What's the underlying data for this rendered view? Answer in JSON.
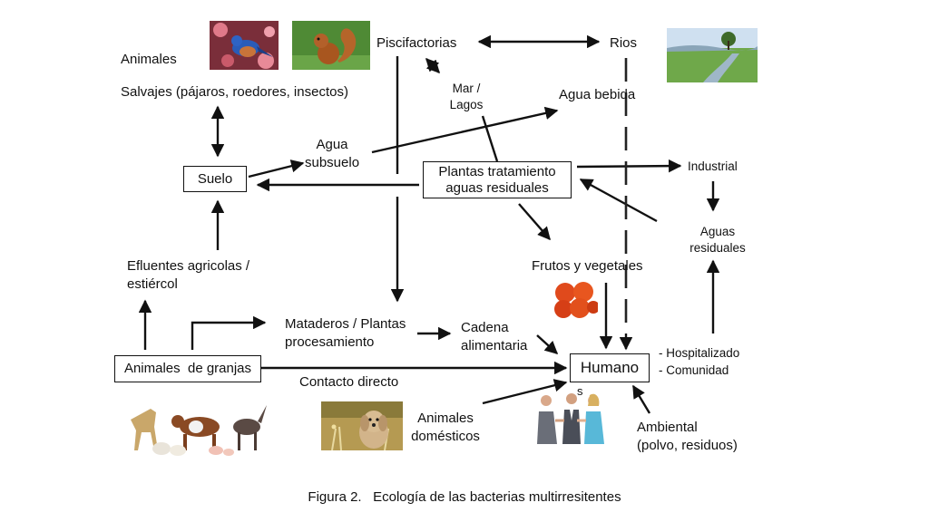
{
  "nodes": {
    "animales_label": "Animales",
    "salvajes": "Salvajes (pájaros, roedores, insectos)",
    "suelo": "Suelo",
    "agua_subsuelo_1": "Agua",
    "agua_subsuelo_2": "subsuelo",
    "piscifactorias": "Piscifactorias",
    "rios": "Rios",
    "mar_lagos_1": "Mar /",
    "mar_lagos_2": "Lagos",
    "agua_bebida": "Agua bebida",
    "plantas_1": "Plantas tratamiento",
    "plantas_2": "aguas residuales",
    "industrial": "Industrial",
    "aguas_res_1": "Aguas",
    "aguas_res_2": "residuales",
    "efluentes_1": "Efluentes agricolas /",
    "efluentes_2": "estiércol",
    "frutos": "Frutos y vegetales",
    "mataderos_1": "Mataderos / Plantas",
    "mataderos_2": "procesamiento",
    "cadena_1": "Cadena",
    "cadena_2": "alimentaria",
    "animales_granjas": "Animales  de granjas",
    "contacto": "Contacto directo",
    "humano": "Humano",
    "humano_s": "s",
    "hospitalizado": "- Hospitalizado",
    "comunidad": "- Comunidad",
    "domesticos_1": "Animales",
    "domesticos_2": "domésticos",
    "ambiental_1": "Ambiental",
    "ambiental_2": "(polvo, residuos)"
  },
  "caption": "Figura 2.   Ecología de las bacterias multirresitentes",
  "colors": {
    "line": "#111111",
    "dashed": "#222222"
  }
}
